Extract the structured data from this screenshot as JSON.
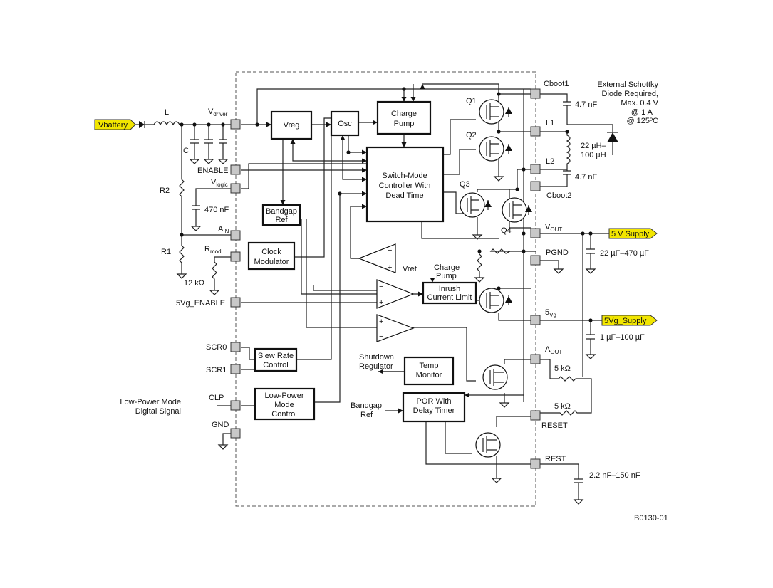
{
  "figure_id": "B0130-01",
  "blocks": {
    "vreg": "Vreg",
    "osc": "Osc",
    "charge_pump_1": "Charge",
    "charge_pump_2": "Pump",
    "smc_1": "Switch-Mode",
    "smc_2": "Controller  With",
    "smc_3": "Dead Time",
    "bandgap_1": "Bandgap",
    "bandgap_2": "Ref",
    "clock_mod_1": "Clock",
    "clock_mod_2": "Modulator",
    "inrush_1": "Inrush",
    "inrush_2": "Current Limit",
    "slew_1": "Slew Rate",
    "slew_2": "Control",
    "temp_1": "Temp",
    "temp_2": "Monitor",
    "lpm_1": "Low-Power",
    "lpm_2": "Mode",
    "lpm_3": "Control",
    "por_1": "POR With",
    "por_2": "Delay Timer"
  },
  "left_pins": {
    "vdriver": "V",
    "vdriver_sub": "driver",
    "enable": "ENABLE",
    "vlogic": "V",
    "vlogic_sub": "logic",
    "ain": "A",
    "ain_sub": "IN",
    "rmod": "R",
    "rmod_sub": "mod",
    "en5vg": "5Vg_ENABLE",
    "scr0": "SCR0",
    "scr1": "SCR1",
    "clp": "CLP",
    "gnd": "GND"
  },
  "right_pins": {
    "cboot1": "Cboot1",
    "l1": "L1",
    "l2": "L2",
    "cboot2": "Cboot2",
    "vout": "V",
    "vout_sub": "OUT",
    "pgnd": "PGND",
    "v5g": "5",
    "v5g_sub": "Vg",
    "aout": "A",
    "aout_sub": "OUT",
    "reset": "RESET",
    "rest": "REST"
  },
  "transistors": {
    "q1": "Q1",
    "q2": "Q2",
    "q3": "Q3",
    "q4": "Q4"
  },
  "components": {
    "inductor_in": "L",
    "cap_c": "C",
    "r2": "R2",
    "r1": "R1",
    "r1_value": "12 kΩ",
    "cap_470": "470 nF",
    "cboot1_cap": "4.7 nF",
    "cboot2_cap": "4.7 nF",
    "inductor_ext_1": "22 µH–",
    "inductor_ext_2": "100 µH",
    "cap_out": "22 µF–470 µF",
    "cap_5vg": "1 µF–100 µF",
    "r_aout": "5 kΩ",
    "r_reset": "5 kΩ",
    "cap_rest": "2.2 nF–150 nF"
  },
  "labels": {
    "vbattery": "Vbattery",
    "supply_5v": "5 V Supply",
    "supply_5vg": "5Vg_Supply",
    "schottky_1": "External Schottky",
    "schottky_2": "Diode Required,",
    "schottky_3": "Max. 0.4 V",
    "schottky_4": "@ 1 A",
    "schottky_5": "@ 125ºC",
    "vref": "Vref",
    "charge_pump_in_1": "Charge",
    "charge_pump_in_2": "Pump",
    "shutdown_1": "Shutdown",
    "shutdown_2": "Regulator",
    "bandgap_in_1": "Bandgap",
    "bandgap_in_2": "Ref",
    "lp_signal_1": "Low-Power Mode",
    "lp_signal_2": "Digital Signal"
  },
  "colors": {
    "supply_flag": "#f2e600",
    "pin_fill": "#c8c8c8"
  }
}
